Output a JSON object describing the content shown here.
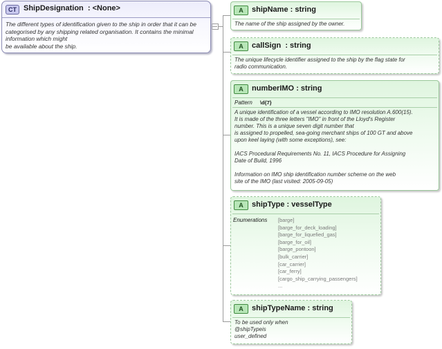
{
  "complex_type": {
    "badge": "CT",
    "name": "ShipDesignation",
    "type_label": ": <None>",
    "documentation": "The different types of identification given to the ship in order that it can be\ncategorised by any shipping related organisation. It contains the minimal\ninformation which might\nbe available about the ship."
  },
  "elements": [
    {
      "badge": "A",
      "name": "shipName",
      "type_label": ": string",
      "documentation": "The name of the ship assigned by the owner."
    },
    {
      "badge": "A",
      "name": "callSign",
      "type_label": ": string",
      "documentation": "The unique lifecycle identifier assigned to the ship by the flag state for\nradio communication."
    },
    {
      "badge": "A",
      "name": "numberIMO",
      "type_label": ": string",
      "facet_label": "Pattern",
      "facet_value": "\\d{7}",
      "documentation": "A unique identification of a vessel according to IMO resolution A.600(15).\nIt is made of the three letters \"IMO\" in front of the Lloyd's Register\nnumber. This is a unique seven digit number that\nis assigned to propelled, sea-going merchant ships of 100 GT and above\nupon keel laying (with some exceptions), see:\n\n     IACS Procedural Requirements No. 11, IACS Procedure for Assigning\nDate of Build, 1996\n\n          Information on IMO ship identification number scheme on the web\nsite of the IMO (last visited: 2005-09-05)"
    },
    {
      "badge": "A",
      "name": "shipType",
      "type_label": ": vesselType",
      "facet_label": "Enumerations",
      "enumerations": [
        "[barge]",
        "[barge_for_deck_loading]",
        "[barge_for_liquefied_gas]",
        "[barge_for_oil]",
        "[barge_pontoon]",
        "[bulk_carrier]",
        "[car_carrier]",
        "[car_ferry]",
        "[cargo_ship_carrying_passengers]",
        "..."
      ]
    },
    {
      "badge": "A",
      "name": "shipTypeName",
      "type_label": ": string",
      "documentation": "To be used only when\n@shipTypeis\nuser_defined"
    }
  ]
}
